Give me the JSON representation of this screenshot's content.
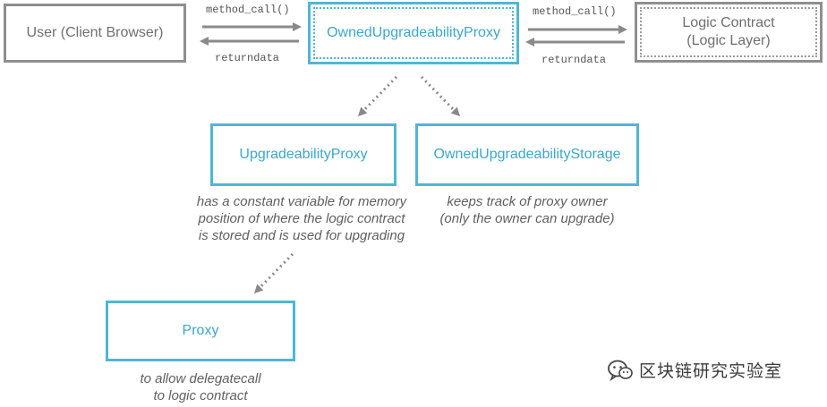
{
  "nodes": {
    "client": {
      "label": "User (Client Browser)"
    },
    "owned_proxy": {
      "label": "OwnedUpgradeabilityProxy"
    },
    "logic": {
      "label": "Logic Contract\n(Logic Layer)"
    },
    "upgradeability_proxy": {
      "label": "UpgradeabilityProxy"
    },
    "owned_storage": {
      "label": "OwnedUpgradeabilityStorage"
    },
    "proxy": {
      "label": "Proxy"
    }
  },
  "edges": {
    "client_to_proxy_call": "method_call()",
    "proxy_to_client_return": "returndata",
    "proxy_to_logic_call": "method_call()",
    "logic_to_proxy_return": "returndata"
  },
  "notes": {
    "upgradeability_proxy": "has a constant variable for memory\nposition of where the logic contract\nis stored and is used for upgrading",
    "owned_storage": "keeps track of proxy owner\n(only the owner can upgrade)",
    "proxy": "to allow delegatecall\nto logic contract"
  },
  "watermark": {
    "text": "区块链研究实验室",
    "icon": "wechat-icon"
  },
  "colors": {
    "accent_blue": "#4fb6d6",
    "gray_border": "#8f8f8f",
    "arrow_gray": "#8a8a8a"
  }
}
